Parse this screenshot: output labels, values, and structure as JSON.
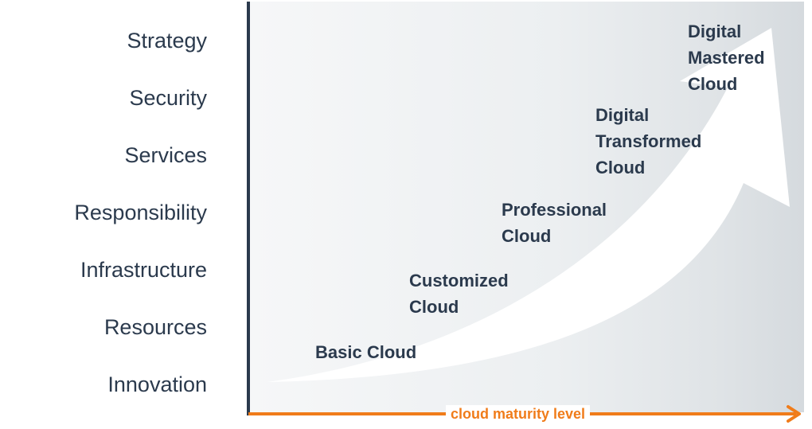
{
  "dimensions": [
    "Strategy",
    "Security",
    "Services",
    "Responsibility",
    "Infrastructure",
    "Resources",
    "Innovation"
  ],
  "stages": [
    {
      "id": "basic",
      "lines": [
        "Basic Cloud"
      ]
    },
    {
      "id": "customized",
      "lines": [
        "Customized",
        "Cloud"
      ]
    },
    {
      "id": "professional",
      "lines": [
        "Professional",
        "Cloud"
      ]
    },
    {
      "id": "digital-transformed",
      "lines": [
        "Digital",
        "Transformed",
        "Cloud"
      ]
    },
    {
      "id": "digital-mastered",
      "lines": [
        "Digital",
        "Mastered",
        "Cloud"
      ]
    }
  ],
  "x_axis": {
    "label": "cloud maturity level"
  },
  "colors": {
    "axis": "#2b3a4d",
    "accent": "#f07c1a",
    "text": "#2b3a4d"
  }
}
